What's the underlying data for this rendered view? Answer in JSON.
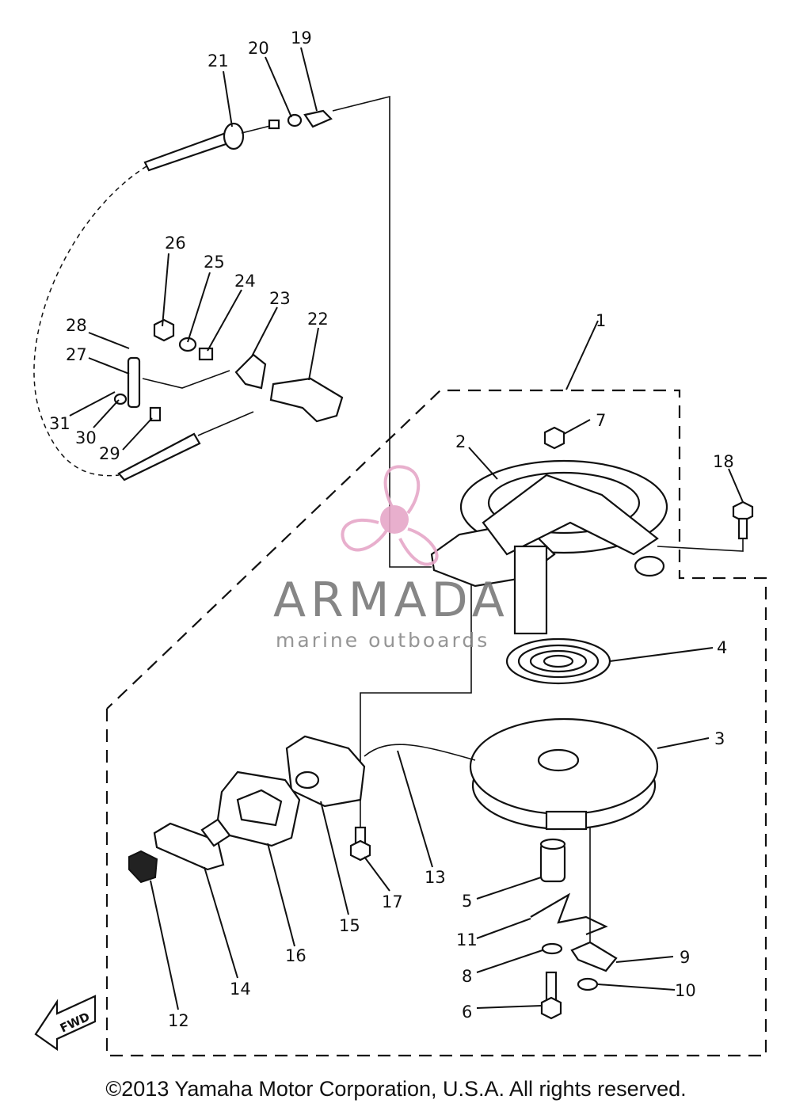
{
  "callouts": {
    "c1": "1",
    "c2": "2",
    "c3": "3",
    "c4": "4",
    "c5": "5",
    "c6": "6",
    "c7": "7",
    "c8": "8",
    "c9": "9",
    "c10": "10",
    "c11": "11",
    "c12": "12",
    "c13": "13",
    "c14": "14",
    "c15": "15",
    "c16": "16",
    "c17": "17",
    "c18": "18",
    "c19": "19",
    "c20": "20",
    "c21": "21",
    "c22": "22",
    "c23": "23",
    "c24": "24",
    "c25": "25",
    "c26": "26",
    "c27": "27",
    "c28": "28",
    "c29": "29",
    "c30": "30",
    "c31": "31"
  },
  "direction_arrow": "FWD",
  "watermark": {
    "name": "ARMADA",
    "tagline": "marine outboards",
    "color": "#e6a7c8"
  },
  "copyright": "©2013 Yamaha Motor Corporation, U.S.A. All rights reserved."
}
